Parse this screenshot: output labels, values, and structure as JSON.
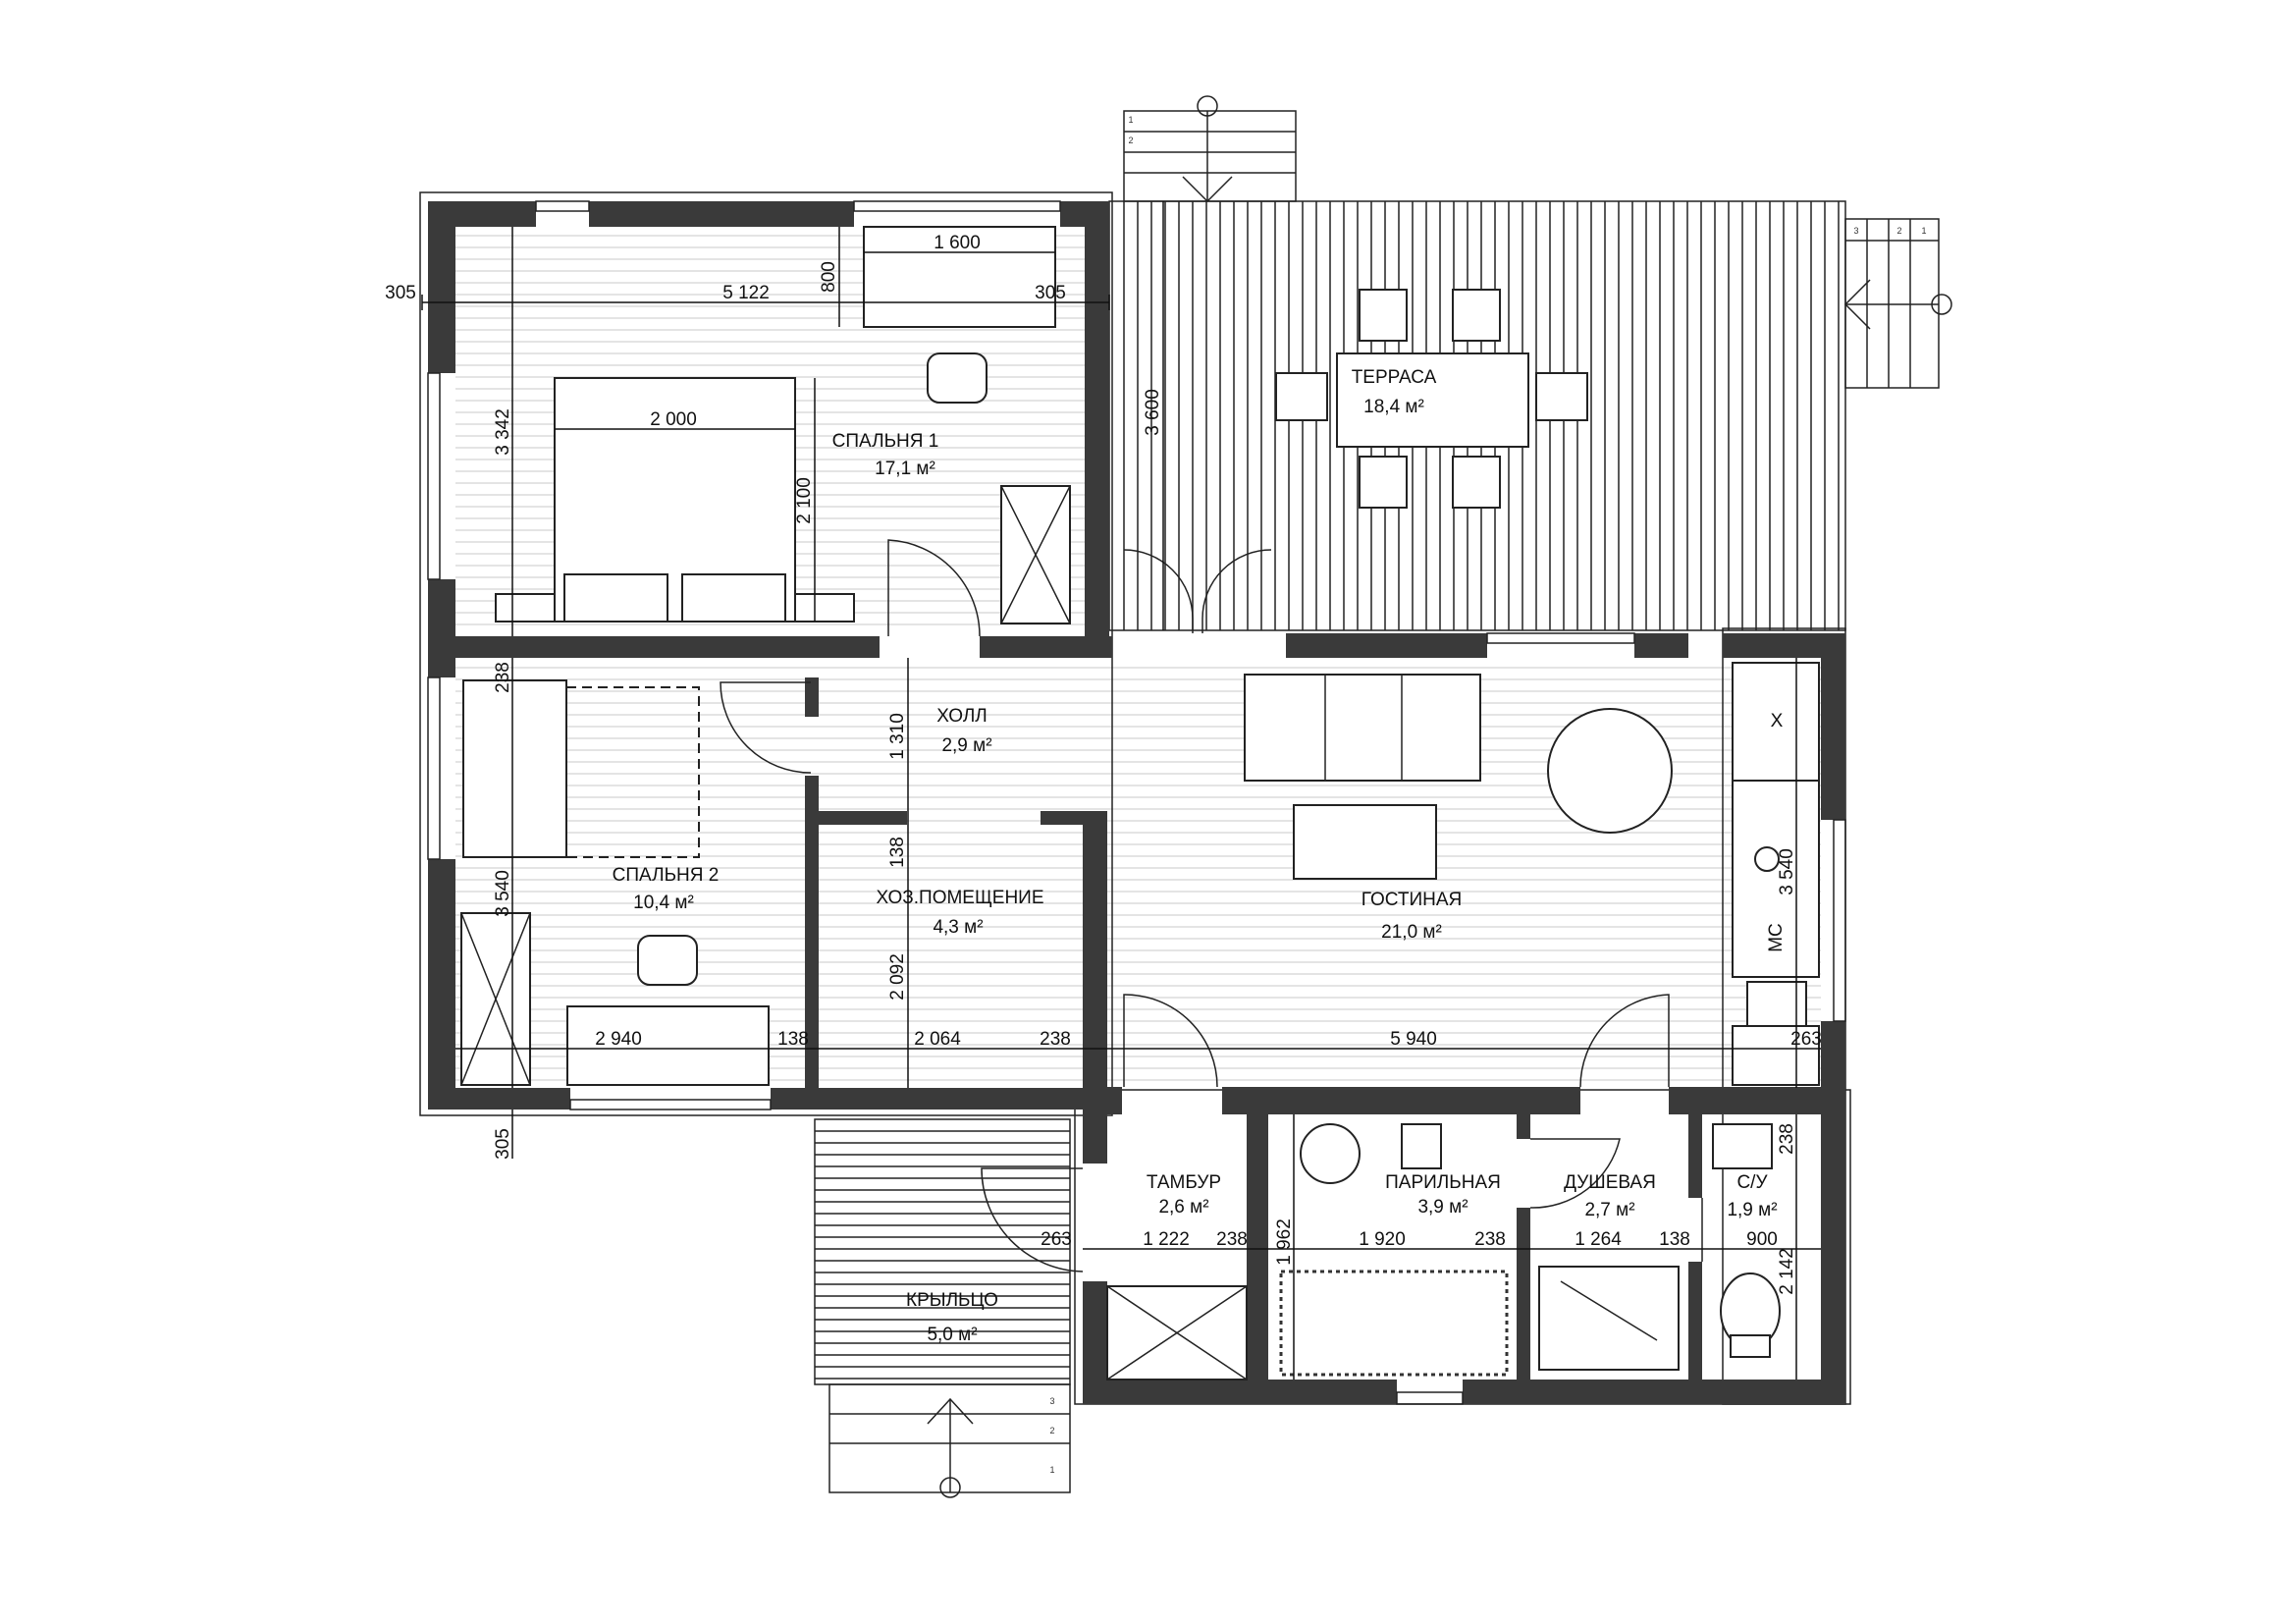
{
  "rooms": [
    {
      "key": "terrace",
      "name": "ТЕРРАСА",
      "area": "18,4 м²"
    },
    {
      "key": "bedroom1",
      "name": "СПАЛЬНЯ 1",
      "area": "17,1 м²"
    },
    {
      "key": "hall",
      "name": "ХОЛЛ",
      "area": "2,9 м²"
    },
    {
      "key": "bedroom2",
      "name": "СПАЛЬНЯ 2",
      "area": "10,4 м²"
    },
    {
      "key": "utility",
      "name": "ХОЗ.ПОМЕЩЕНИЕ",
      "area": "4,3 м²"
    },
    {
      "key": "living",
      "name": "ГОСТИНАЯ",
      "area": "21,0 м²"
    },
    {
      "key": "vestibule",
      "name": "ТАМБУР",
      "area": "2,6 м²"
    },
    {
      "key": "steam",
      "name": "ПАРИЛЬНАЯ",
      "area": "3,9 м²"
    },
    {
      "key": "shower",
      "name": "ДУШЕВАЯ",
      "area": "2,7 м²"
    },
    {
      "key": "wc",
      "name": "С/У",
      "area": "1,9 м²"
    },
    {
      "key": "porch",
      "name": "КРЫЛЬЦО",
      "area": "5,0 м²"
    }
  ],
  "dimensions": {
    "d_305_top": "305",
    "d_5122": "5 122",
    "d_800": "800",
    "d_1600": "1 600",
    "d_305_right": "305",
    "d_3342": "3 342",
    "d_2000": "2 000",
    "d_2100": "2 100",
    "d_3600": "3 600",
    "d_238_bed2": "238",
    "d_1310": "1 310",
    "d_138_util": "138",
    "d_3540_left": "3 540",
    "d_2092": "2 092",
    "d_2940": "2 940",
    "d_138_bottom": "138",
    "d_2064": "2 064",
    "d_238_bottom": "238",
    "d_5940": "5 940",
    "d_3540_right": "3 540",
    "d_263_right": "263",
    "d_305_bottom": "305",
    "d_263_left": "263",
    "d_1222": "1 222",
    "d_238_vest": "238",
    "d_1962": "1 962",
    "d_1920": "1 920",
    "d_238_steam": "238",
    "d_1264": "1 264",
    "d_138_shower": "138",
    "d_900": "900",
    "d_2142": "2 142",
    "d_238_wc": "238"
  },
  "appliances": {
    "stove_mark": "X",
    "microwave_mark": "МС"
  },
  "stairs": {
    "steps_top": [
      "1",
      "2"
    ],
    "steps_right": [
      "3",
      "2",
      "1"
    ],
    "steps_bottom": [
      "3",
      "2",
      "1"
    ]
  }
}
